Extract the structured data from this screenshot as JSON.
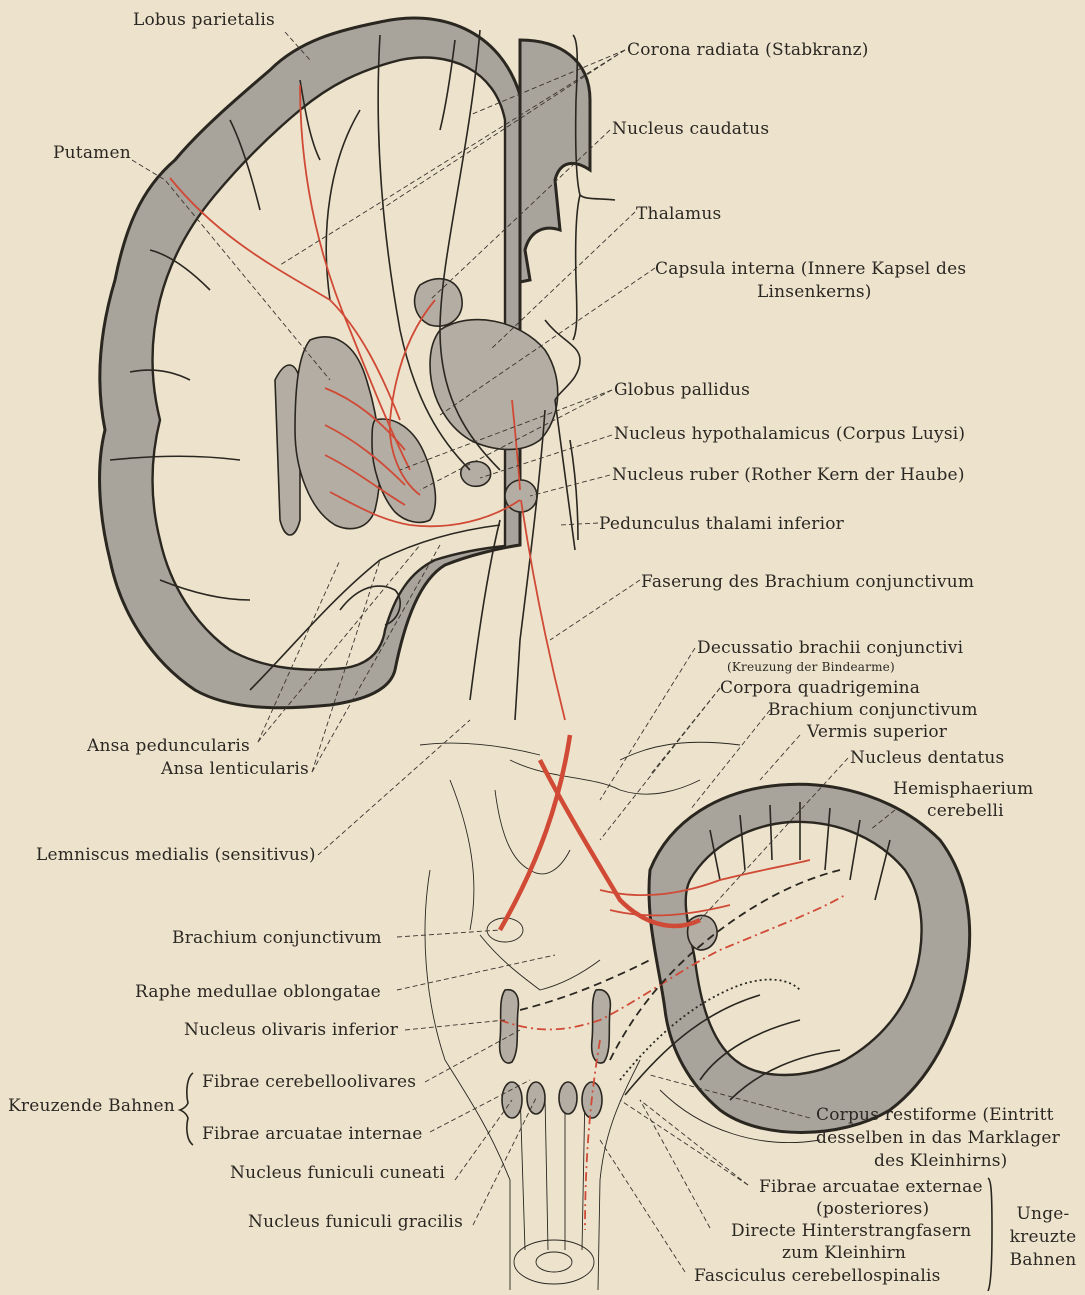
{
  "labels": {
    "lobus_parietalis": "Lobus parietalis",
    "putamen": "Putamen",
    "corona_radiata": "Corona radiata (Stabkranz)",
    "nucleus_caudatus": "Nucleus caudatus",
    "thalamus": "Thalamus",
    "capsula_interna_1": "Capsula interna (Innere Kapsel des",
    "capsula_interna_2": "Linsenkerns)",
    "globus_pallidus": "Globus pallidus",
    "nucleus_hypothalamicus": "Nucleus hypothalamicus (Corpus Luysi)",
    "nucleus_ruber": "Nucleus ruber (Rother Kern der Haube)",
    "pedunculus_thalami": "Pedunculus thalami inferior",
    "faserung_brachium": "Faserung des Brachium conjunctivum",
    "decussatio": "Decussatio brachii conjunctivi",
    "decussatio_sub": "(Kreuzung der Bindearme)",
    "corpora_quadrigemina": "Corpora quadrigemina",
    "brachium_conjunctivum_r": "Brachium conjunctivum",
    "vermis_superior": "Vermis superior",
    "nucleus_dentatus": "Nucleus dentatus",
    "hemisphaerium_1": "Hemisphaerium",
    "hemisphaerium_2": "cerebelli",
    "ansa_peduncularis": "Ansa peduncularis",
    "ansa_lenticularis": "Ansa lenticularis",
    "lemniscus_medialis": "Lemniscus medialis (sensitivus)",
    "brachium_conjunctivum_l": "Brachium conjunctivum",
    "raphe": "Raphe medullae oblongatae",
    "nucleus_olivaris": "Nucleus olivaris inferior",
    "kreuzende_bahnen": "Kreuzende Bahnen",
    "fibrae_cerebelloolivares": "Fibrae cerebelloolivares",
    "fibrae_arcuatae_internae": "Fibrae arcuatae internae",
    "nucleus_cuneati": "Nucleus funiculi cuneati",
    "nucleus_gracilis": "Nucleus funiculi gracilis",
    "corpus_restiforme_1": "Corpus restiforme (Eintritt",
    "corpus_restiforme_2": "desselben in das Marklager",
    "corpus_restiforme_3": "des Kleinhirns)",
    "fibrae_arcuatae_ext_1": "Fibrae arcuatae externae",
    "fibrae_arcuatae_ext_2": "(posteriores)",
    "directe_1": "Directe Hinterstrangfasern",
    "directe_2": "zum Kleinhirn",
    "fasciculus": "Fasciculus cerebellospinalis",
    "ungekreuzte_1": "Unge-",
    "ungekreuzte_2": "kreuzte",
    "ungekreuzte_3": "Bahnen"
  },
  "colors": {
    "paper": "#ede3cd",
    "ink": "#2a2620",
    "grey_matter": "#a8a39b",
    "pathway_red": "#d04a36"
  }
}
